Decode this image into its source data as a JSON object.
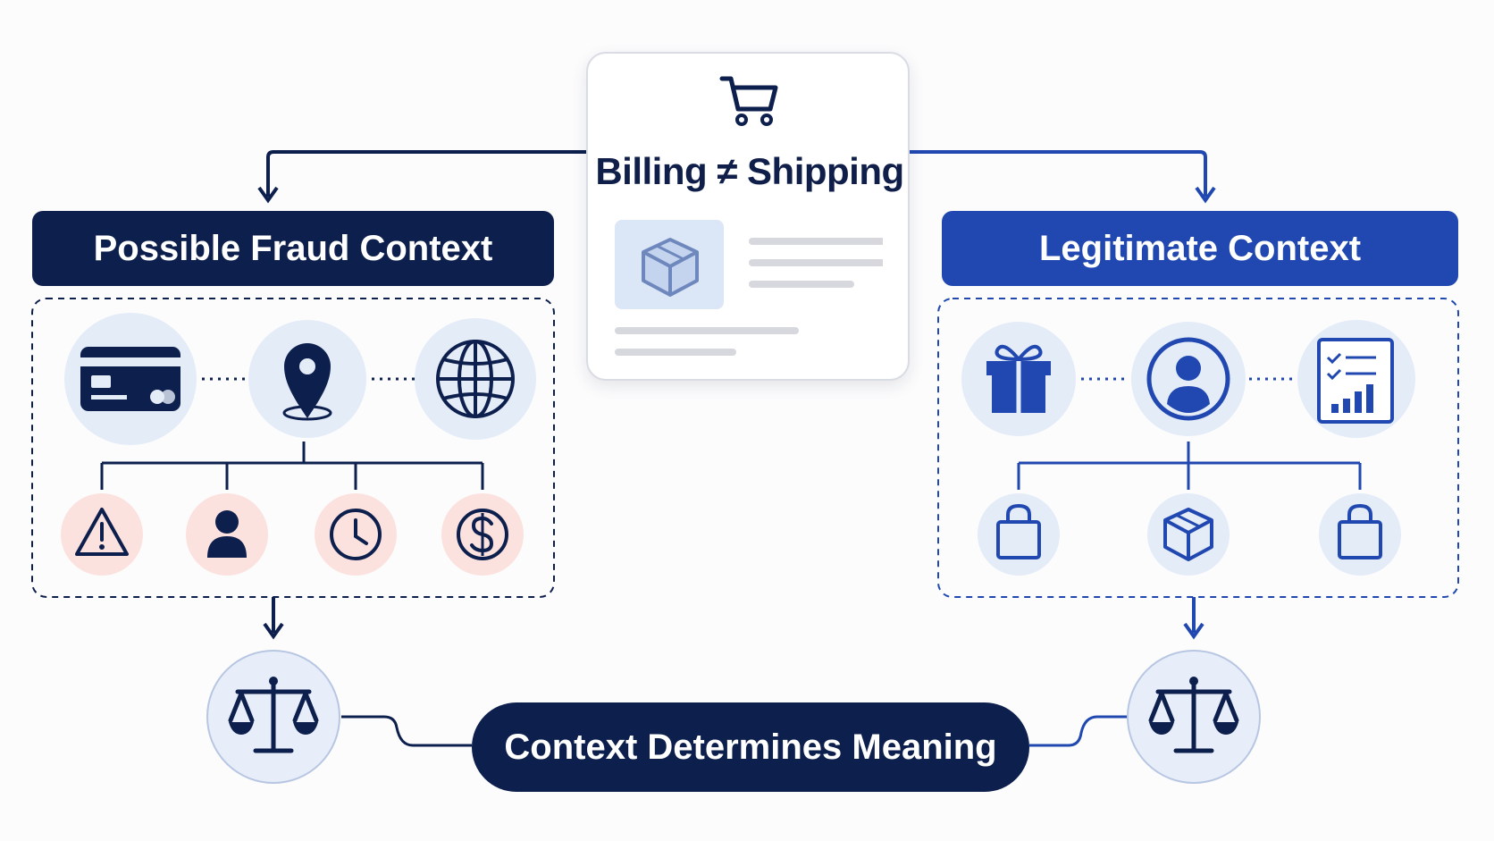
{
  "center_card": {
    "title": "Billing ≠ Shipping",
    "cart_icon": "shopping-cart-icon",
    "package_icon": "package-box-icon"
  },
  "fraud": {
    "header": "Possible Fraud Context",
    "top_icons": [
      "credit-card-icon",
      "location-pin-icon",
      "globe-icon"
    ],
    "bottom_icons": [
      "warning-icon",
      "user-icon",
      "clock-icon",
      "dollar-icon"
    ]
  },
  "legit": {
    "header": "Legitimate Context",
    "top_icons": [
      "gift-icon",
      "user-profile-icon",
      "checklist-chart-icon"
    ],
    "bottom_icons": [
      "shopping-bag-icon",
      "package-box-icon",
      "shopping-bag-icon"
    ]
  },
  "conclusion": {
    "label": "Context Determines Meaning",
    "left_icon": "scales-icon",
    "right_icon": "scales-icon"
  },
  "colors": {
    "navy": "#0d1f4d",
    "blue": "#2048b0",
    "light_blue_circle": "#e4ecf8",
    "light_red_circle": "#fbe2de",
    "card_border": "#d9dce3"
  }
}
